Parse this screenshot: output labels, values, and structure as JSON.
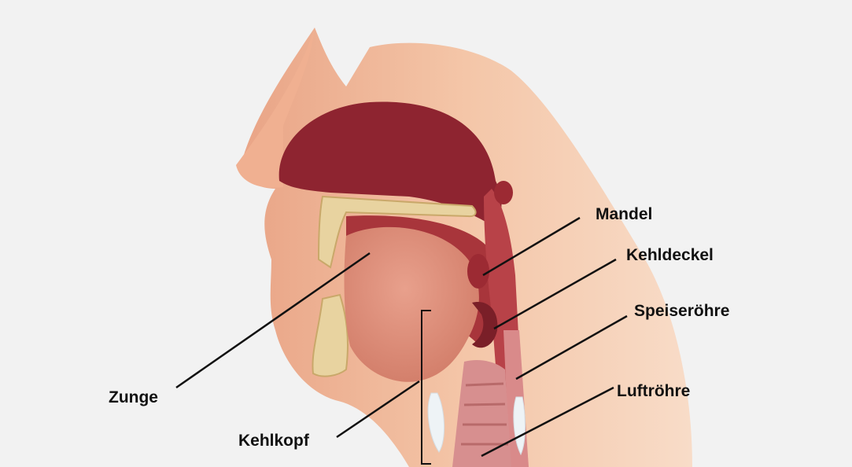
{
  "labels": {
    "mandel": "Mandel",
    "kehldeckel": "Kehldeckel",
    "speiseroehre": "Speiseröhre",
    "luftroehre": "Luftröhre",
    "zunge": "Zunge",
    "kehlkopf": "Kehlkopf"
  },
  "colors": {
    "background": "#f2f2f2",
    "skin": "#f0b99a",
    "cavity": "#8e2430",
    "tissue": "#cf6a5c",
    "bone": "#e8d3a0",
    "esophagus": "#d98a8a",
    "label_text": "#111111",
    "leader_line": "#111111"
  }
}
